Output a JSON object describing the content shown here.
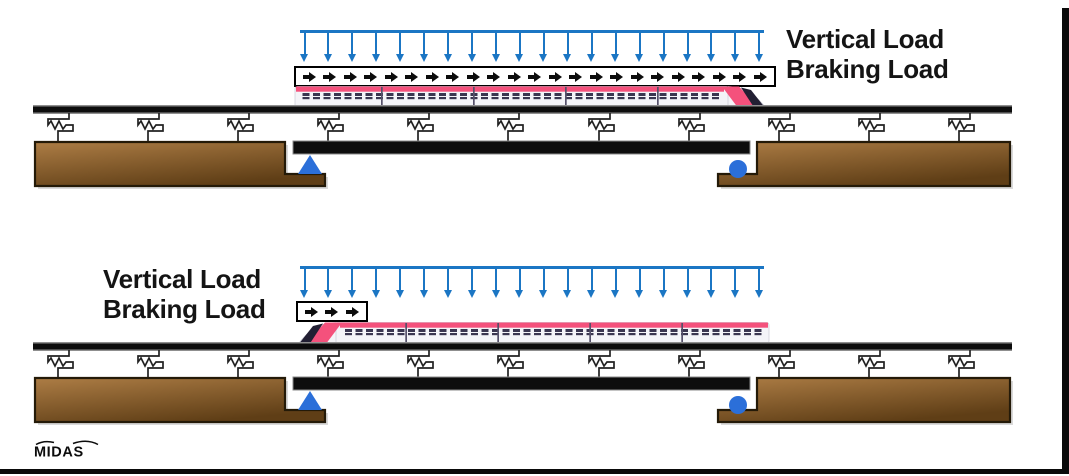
{
  "palette": {
    "load_arrow_blue": "#1b76c4",
    "braking_arrow_black": "#0c0c0c",
    "support_blue": "#2b6fd9",
    "ground_brown_light": "#ad7d45",
    "ground_brown_dark": "#5f3e16",
    "rail_black": "#0d0d0d",
    "train_stripe_pink": "#f4517c",
    "train_window_navy": "#3a3650",
    "label_text": "#141414"
  },
  "diagrams": [
    {
      "labels": {
        "vertical": "Vertical Load",
        "braking": "Braking Load"
      },
      "label_side": "right",
      "train_direction": "right",
      "vertical_load_arrow_count": 20,
      "braking_load_arrow_count": 23,
      "spring_count": 11,
      "left_support": "pinned-triangle",
      "right_support": "roller-circle"
    },
    {
      "labels": {
        "vertical": "Vertical Load",
        "braking": "Braking Load"
      },
      "label_side": "left",
      "train_direction": "left",
      "vertical_load_arrow_count": 20,
      "braking_load_arrow_count": 3,
      "spring_count": 11,
      "left_support": "pinned-triangle",
      "right_support": "roller-circle"
    }
  ],
  "footer": {
    "logo": "MIDAS"
  }
}
